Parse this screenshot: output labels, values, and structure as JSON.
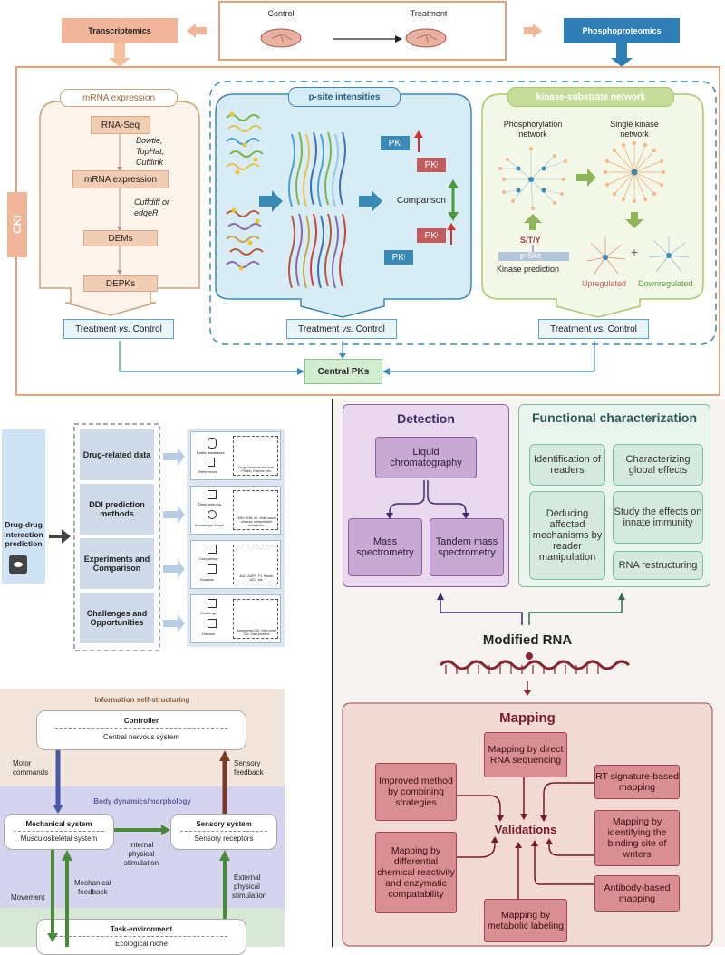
{
  "panel_a": {
    "control": "Control",
    "treatment": "Treatment",
    "transcriptomics": "Transcriptomics",
    "phosphoproteomics": "Phosphoproteomics",
    "cki": "CKI",
    "mrna_expression": "mRNA expression",
    "p_site_intensities": "p-site intensities",
    "kinase_substrate_network": "kinase-substrate network",
    "rna_seq": "RNA-Seq",
    "bowtie": "Bowtie,",
    "tophat": "TopHat,",
    "cufflink": "Cufflink",
    "mrna_expr_box": "mRNA expression",
    "cuffdiff": "Cuffdiff or",
    "edger": "edgeR",
    "dems": "DEMs",
    "depks": "DEPKs",
    "pk": "PK",
    "pk_sub": "i",
    "comparison": "Comparison",
    "phos_network_1": "Phosphorylation",
    "phos_network_2": "network",
    "single_kinase_1": "Single kinase",
    "single_kinase_2": "network",
    "sty": "S/T/Y",
    "p_site": "p-Site",
    "kinase_prediction": "Kinase prediction",
    "upregulated": "Upregulated",
    "downregulated": "Downregulated",
    "plus": "+",
    "tvc_1": "Treatment",
    "tvc_vs": "vs.",
    "tvc_2": "Control",
    "central_pks": "Central PKs"
  },
  "panel_b": {
    "left_label": "Drug-drug interaction prediction",
    "rows": [
      {
        "label": "Drug-related data",
        "items": [
          "Public databases",
          "References",
          "Drug, Chemical structure, Protein, Enzyme, etc."
        ]
      },
      {
        "label": "DDI prediction methods",
        "items": [
          "Deep learning",
          "Knowledge Graph",
          "DNN, GNN, AE, Multi-neural network, Interpretable models etc."
        ]
      },
      {
        "label": "Experiments and Comparison",
        "items": [
          "Comparison",
          "Analysis",
          "AUC, AUPR, F1, Recall, ACC, etc."
        ]
      },
      {
        "label": "Challenges and Opportunities",
        "items": [
          "Challenge",
          "Discuss",
          "Asymmetric DDI, High-order DDI, Data problem"
        ]
      }
    ]
  },
  "panel_c": {
    "detection": "Detection",
    "liquid_chrom": "Liquid chromatography",
    "mass_spec": "Mass spectrometry",
    "tandem_ms": "Tandem mass spectrometry",
    "functional": "Functional characterization",
    "func_items": [
      "Identification of readers",
      "Characterizing global effects",
      "Deducing affected mechanisms by reader manipulation",
      "Study the effects on innate immunity",
      "RNA restructuring"
    ],
    "modified_rna": "Modified RNA",
    "mapping": "Mapping",
    "validations": "Validations",
    "map_items": {
      "direct": "Mapping by direct RNA sequencing",
      "improved": "Improved method by combining strategies",
      "rt": "RT signature-based mapping",
      "writers": "Mapping by identifying the binding site of writers",
      "differential": "Mapping by differential chemical reactivity and enzymatic compatability",
      "antibody": "Antibody-based mapping",
      "metabolic": "Mapping by metabolic labeling"
    }
  },
  "panel_d": {
    "info_self": "Information self-structuring",
    "controller": "Controller",
    "cns": "Central nervous system",
    "motor_1": "Motor",
    "motor_2": "commands",
    "sensory_fb_1": "Sensory",
    "sensory_fb_2": "feedback",
    "body_dyn": "Body dynamics/morphology",
    "mech_sys": "Mechanical system",
    "musculo": "Musculoskeletal system",
    "sens_sys": "Sensory system",
    "sens_rec": "Sensory receptors",
    "internal_1": "Internal",
    "internal_2": "physical",
    "internal_3": "stimulation",
    "mech_fb_1": "Mechanical",
    "mech_fb_2": "feedback",
    "external_1": "External",
    "external_2": "physical",
    "external_3": "stimulation",
    "movement": "Movement",
    "task_env": "Task-environment",
    "eco_niche": "Ecological niche"
  }
}
